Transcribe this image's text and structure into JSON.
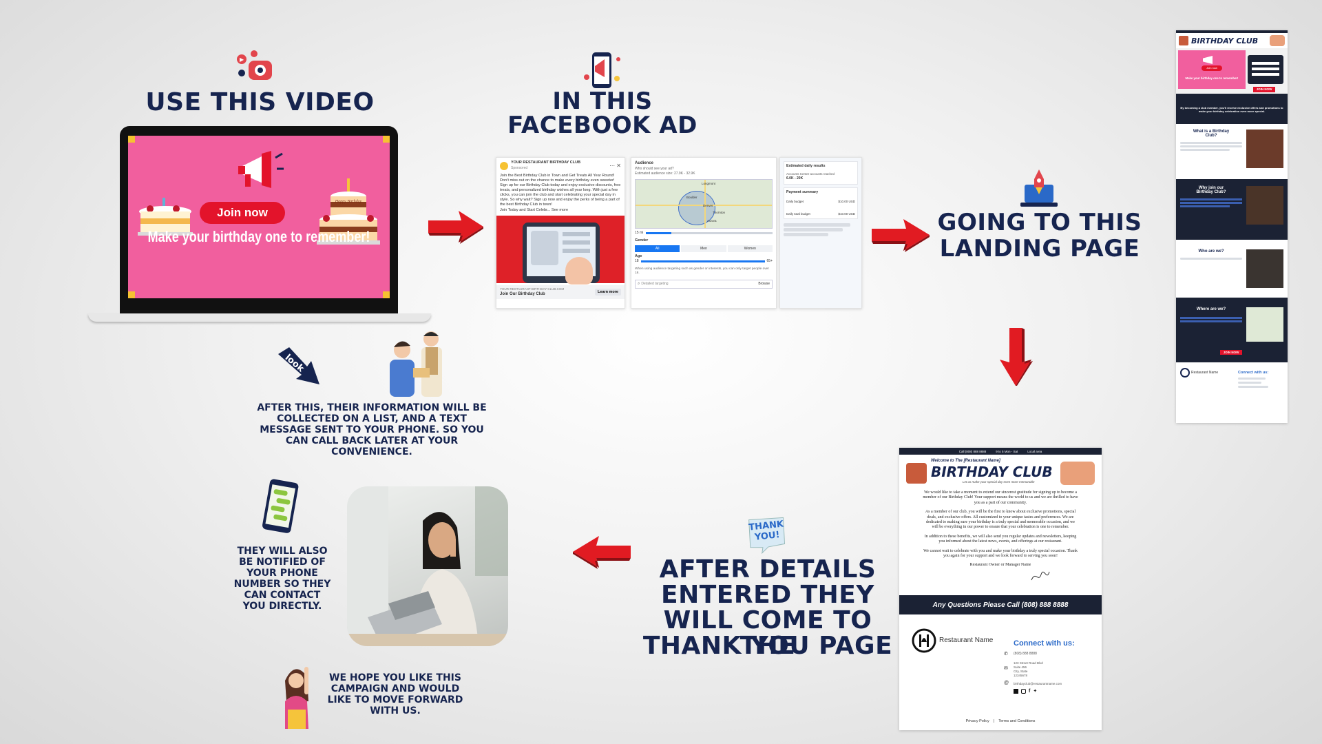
{
  "headings": {
    "use_video": "USE THIS VIDEO",
    "in_this": "IN THIS",
    "facebook_ad": "FACEBOOK AD",
    "going_to": "GOING TO THIS",
    "landing_page": "LANDING PAGE",
    "after_details": [
      "AFTER DETAILS",
      "ENTERED THEY",
      "WILL COME TO THE",
      "THANK YOU PAGE"
    ]
  },
  "notes": {
    "collected": [
      "AFTER THIS, THEIR INFORMATION WILL BE",
      "COLLECTED ON A LIST, AND A TEXT",
      "MESSAGE SENT TO YOUR PHONE. SO YOU",
      "CAN CALL BACK LATER AT YOUR",
      "CONVENIENCE."
    ],
    "notified": [
      "THEY WILL ALSO",
      "BE NOTIFIED OF",
      "YOUR PHONE",
      "NUMBER SO THEY",
      "CAN CONTACT",
      "YOU DIRECTLY."
    ],
    "hope": [
      "WE HOPE YOU LIKE THIS",
      "CAMPAIGN AND WOULD",
      "LIKE TO MOVE FORWARD",
      "WITH US."
    ]
  },
  "stickers": {
    "look": "look",
    "thank_you": [
      "THANK",
      "YOU!"
    ]
  },
  "video": {
    "button": "Join now",
    "tagline": "Make your birthday one to remember!",
    "cake_label": "Happy Birthday"
  },
  "fb_ad": {
    "page_name": "YOUR RESTAURANT BIRTHDAY CLUB",
    "sponsored": "Sponsored",
    "body": "Join the Best Birthday Club in Town and Get Treats All Year Round! Don't miss out on the chance to make every birthday even sweeter! Sign up for our Birthday Club today and enjoy exclusive discounts, free treats, and personalized birthday wishes all year long. With just a few clicks, you can join the club and start celebrating your special day in style. So why wait? Sign up now and enjoy the perks of being a part of the best Birthday Club in town!",
    "cta_line": "Join Today and Start Celebr... See more",
    "domain": "YOUR-RESTAURANT-BIRTHDAY-CLUB.COM",
    "headline": "Join Our Birthday Club",
    "learn_more": "Learn more",
    "audience_title": "Audience",
    "audience_sub": "Who should see your ad?",
    "estimated": "Estimated audience size: 27.9K - 32.9K",
    "gender_label": "Gender",
    "gender_options": [
      "All",
      "Men",
      "Women"
    ],
    "age_label": "Age",
    "age_min": "18",
    "age_max": "65+",
    "targeting_note": "When using audience targeting such as gender or interests, you can only target people over 18.",
    "detailed_targeting": "Detailed targeting",
    "browse": "Browse",
    "results_title": "Estimated daily results",
    "results_label": "Accounts Center accounts reached",
    "results_value": "6.0K - 20K",
    "payment_title": "Payment summary",
    "daily_budget": "Daily budget",
    "daily_budget_value": "$10.00 USD",
    "daily_total": "Daily total budget",
    "daily_total_value": "$10.00 USD",
    "map_places": [
      "Longmont",
      "Boulder",
      "Aurora",
      "Denver",
      "Thornton"
    ],
    "radius": "15 mi"
  },
  "landing": {
    "title": "BIRTHDAY CLUB",
    "join_button": "JOIN NOW",
    "pink_tagline": "Make your birthday one to remember!",
    "band_text": "By becoming a club member, you'll receive exclusive offers and promotions to make your birthday celebration even more special.",
    "sections": [
      "What is a Birthday Club?",
      "Why join our Birthday Club?",
      "Who are we?",
      "Where are we?"
    ],
    "footer_name": "Restaurant Name",
    "footer_connect": "Connect with us:"
  },
  "thankyou": {
    "topbar": [
      "Call (808) 888 8888",
      "9 to 5 Mon - Sat",
      "Local area"
    ],
    "welcome": "Welcome to The [Restaurant Name]",
    "title": "BIRTHDAY CLUB",
    "subtitle": "Let us make your special day even more memorable",
    "para1": "We would like to take a moment to extend our sincerest gratitude for signing up to become a member of our Birthday Club! Your support means the world to us and we are thrilled to have you as a part of our community.",
    "para2": "As a member of our club, you will be the first to know about exclusive promotions, special deals, and exclusive offers. All customized to your unique tastes and preferences. We are dedicated to making sure your birthday is a truly special and memorable occasion, and we will be everything in our power to ensure that your celebration is one to remember.",
    "para3": "In addition to these benefits, we will also send you regular updates and newsletters, keeping you informed about the latest news, events, and offerings at our restaurant.",
    "para4": "We cannot wait to celebrate with you and make your birthday a truly special occasion. Thank you again for your support and we look forward to serving you soon!",
    "signoff": "Restaurant Owner or Manager Name",
    "questions": "Any Questions Please Call (808) 888 8888",
    "restaurant_name": "Restaurant Name",
    "connect": "Connect with us:",
    "phone": "(808) 888 8888",
    "address": [
      "123 Street Road Blvd",
      "Suite 456",
      "City, State",
      "12345678"
    ],
    "email": "birthdayclub@restaurantname.com",
    "privacy": "Privacy Policy",
    "sep": "|",
    "terms": "Terms and Conditions"
  },
  "colors": {
    "navy": "#16244f",
    "red": "#e11b22",
    "pink": "#f15f9e",
    "blue": "#2a69c8"
  }
}
